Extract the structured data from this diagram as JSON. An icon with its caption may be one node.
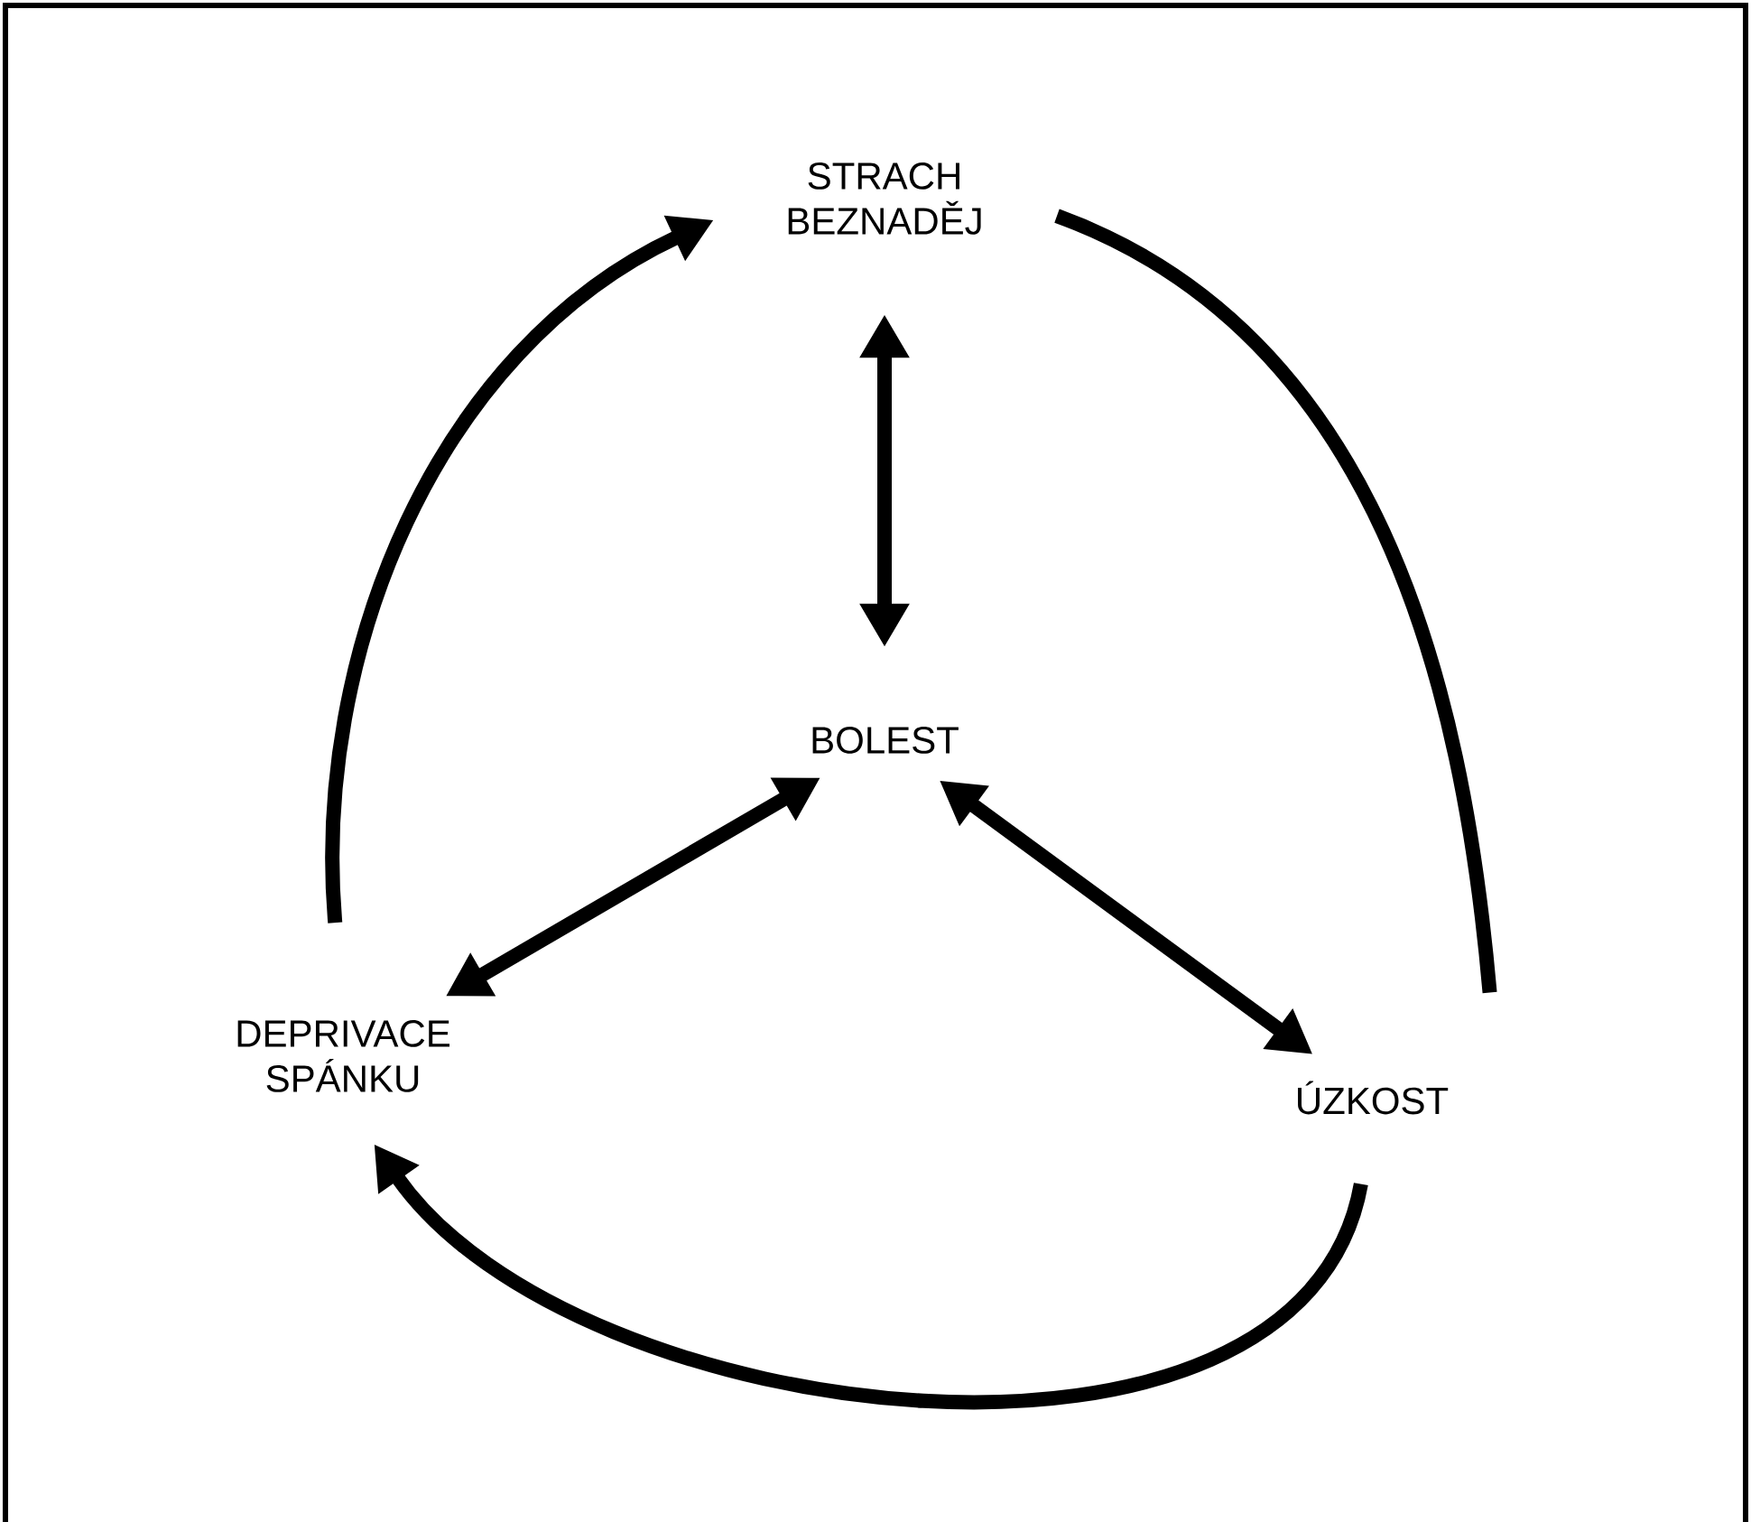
{
  "diagram": {
    "nodes": [
      {
        "text": [
          "STRACH BEZNADĚJ"
        ]
      },
      {
        "text": [
          "BOLEST"
        ]
      },
      {
        "text": [
          "DEPRIVACE SPÁNKU"
        ]
      },
      {
        "text": [
          "ÚZKOST"
        ]
      }
    ],
    "edges": [
      {
        "from": 0,
        "to": 1,
        "arrow": "both"
      },
      {
        "from": 1,
        "to": 2,
        "arrow": "both"
      },
      {
        "from": 1,
        "to": 3,
        "arrow": "both"
      },
      {
        "from": 2,
        "to": 0,
        "arrow": "to"
      },
      {
        "from": 0,
        "to": 3,
        "arrow": "none"
      },
      {
        "from": 3,
        "to": 2,
        "arrow": "to"
      }
    ]
  }
}
